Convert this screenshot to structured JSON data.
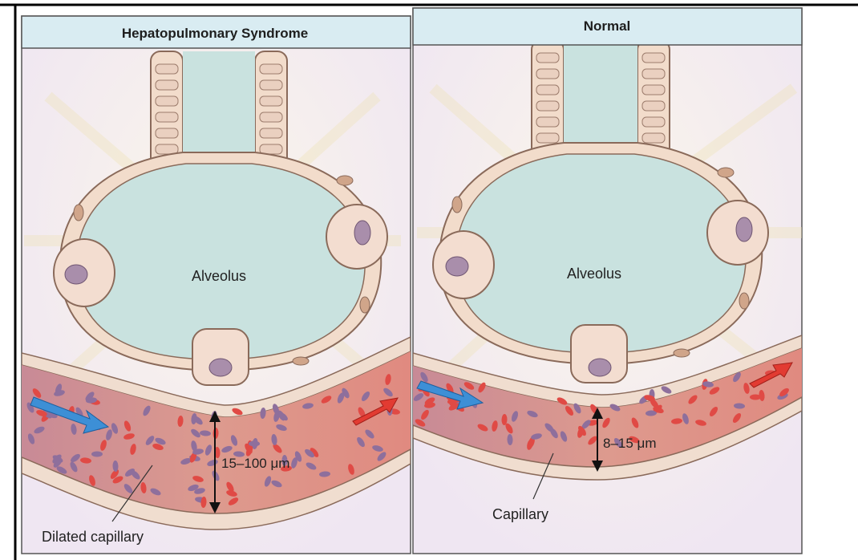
{
  "panels": [
    {
      "title": "Hepatopulmonary Syndrome",
      "center_label": "Alveolus",
      "measurement": "15–100 μm",
      "vessel_label": "Dilated capillary"
    },
    {
      "title": "Normal",
      "center_label": "Alveolus",
      "measurement": "8–15 μm",
      "vessel_label": "Capillary"
    }
  ],
  "colors": {
    "header_bg": "#d9ecf2",
    "alveolus_fill": "#c9e2df",
    "epithelium": "#f2dccb",
    "cell_nucleus": "#a98eab",
    "capillary_fill": "#d98f86",
    "red_cell": "#e04a45",
    "deoxy_cell": "#8e6f9c",
    "flow_arrow_in": "#3d8fd6",
    "flow_arrow_out": "#e23b32"
  },
  "icons": [
    "double-headed-arrow",
    "flow-arrow"
  ]
}
